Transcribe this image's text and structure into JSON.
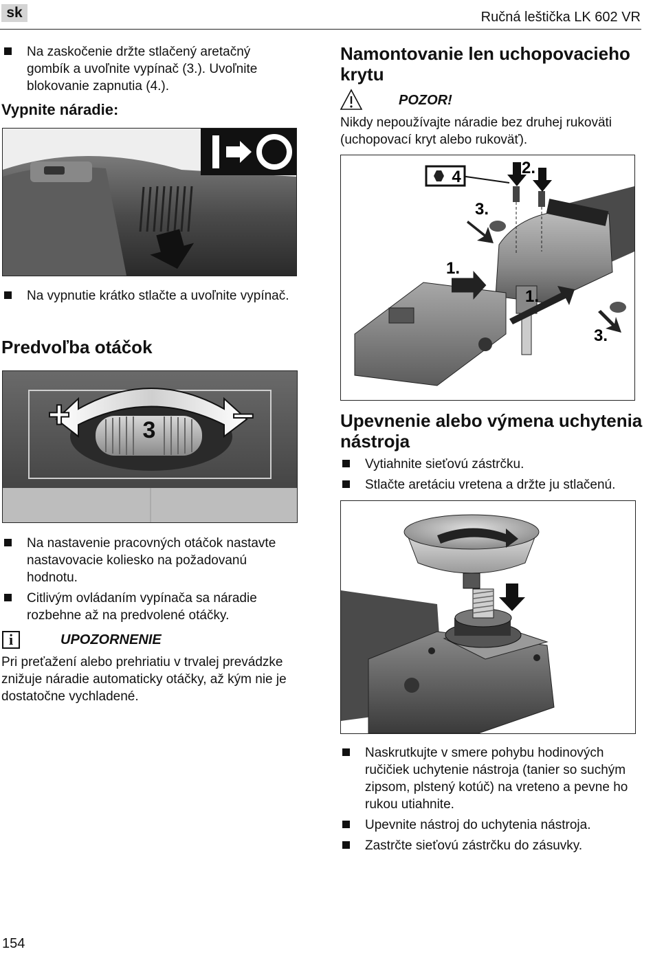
{
  "header": {
    "lang": "sk",
    "title": "Ručná leštička LK 602 VR"
  },
  "left": {
    "intro_bullet": "Na zaskočenie držte stlačený aretačný gombík a uvoľnite vypínač (3.). Uvoľnite blokovanie zapnutia (4.).",
    "switch_off_heading": "Vypnite náradie:",
    "switch_off_bullet": "Na vypnutie krátko stlačte a uvoľnite vypínač.",
    "speed_heading": "Predvoľba otáčok",
    "speed_figure": {
      "plus": "+",
      "minus": "–",
      "wheel_value": "3"
    },
    "speed_bullets": [
      "Na nastavenie pracovných otáčok nastavte nastavovacie koliesko na požadovanú hodnotu.",
      "Citlivým ovládaním vypínača sa náradie rozbehne až na predvolené otáčky."
    ],
    "note_title": "UPOZORNENIE",
    "note_icon": "info-icon",
    "note_text": "Pri preťažení alebo prehriatiu v trvalej prevádzke znižuje náradie automaticky otáčky, až kým nie je dostatočne vychladené."
  },
  "right": {
    "guard_heading": "Namontovanie len uchopovacieho krytu",
    "warning_title": "POZOR!",
    "warning_icon": "warning-triangle-icon",
    "warning_text": "Nikdy nepoužívajte náradie bez druhej rukoväti (uchopovací kryt alebo rukoväť).",
    "guard_figure": {
      "hex_label": "4",
      "labels": [
        "2.",
        "3.",
        "1.",
        "1.",
        "3."
      ]
    },
    "tool_heading": "Upevnenie alebo výmena uchytenia nástroja",
    "tool_bullets": [
      "Vytiahnite sieťovú zástrčku.",
      "Stlačte aretáciu vretena a držte ju stlačenú."
    ],
    "final_bullets": [
      "Naskrutkujte v smere pohybu hodinových ručičiek uchytenie nástroja (tanier so suchým zipsom, plstený kotúč) na vreteno a pevne ho rukou utiahnite.",
      "Upevnite nástroj do uchytenia nástroja.",
      "Zastrčte sieťovú zástrčku do zásuvky."
    ]
  },
  "footer": {
    "page_number": "154"
  }
}
